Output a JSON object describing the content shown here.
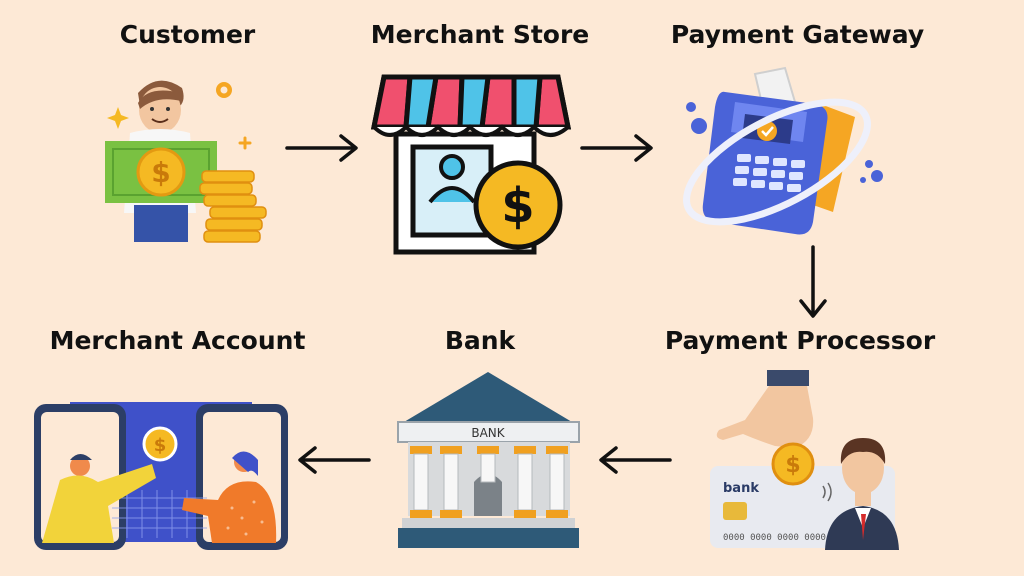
{
  "nodes": {
    "customer": {
      "label": "Customer"
    },
    "merchant_store": {
      "label": "Merchant Store"
    },
    "payment_gateway": {
      "label": "Payment Gateway"
    },
    "payment_processor": {
      "label": "Payment Processor",
      "card_bank_label": "bank",
      "card_number": "0000 0000 0000 0000"
    },
    "bank": {
      "label": "Bank",
      "sign": "BANK"
    },
    "merchant_account": {
      "label": "Merchant Account"
    }
  },
  "icons": {
    "currency_symbol": "$"
  },
  "colors": {
    "background": "#fde9d6",
    "coin": "#f5b923",
    "awning_red": "#f0506e",
    "awning_blue": "#4fc3e8",
    "terminal_blue": "#4a63d8",
    "bank_roof": "#2e5a78"
  }
}
